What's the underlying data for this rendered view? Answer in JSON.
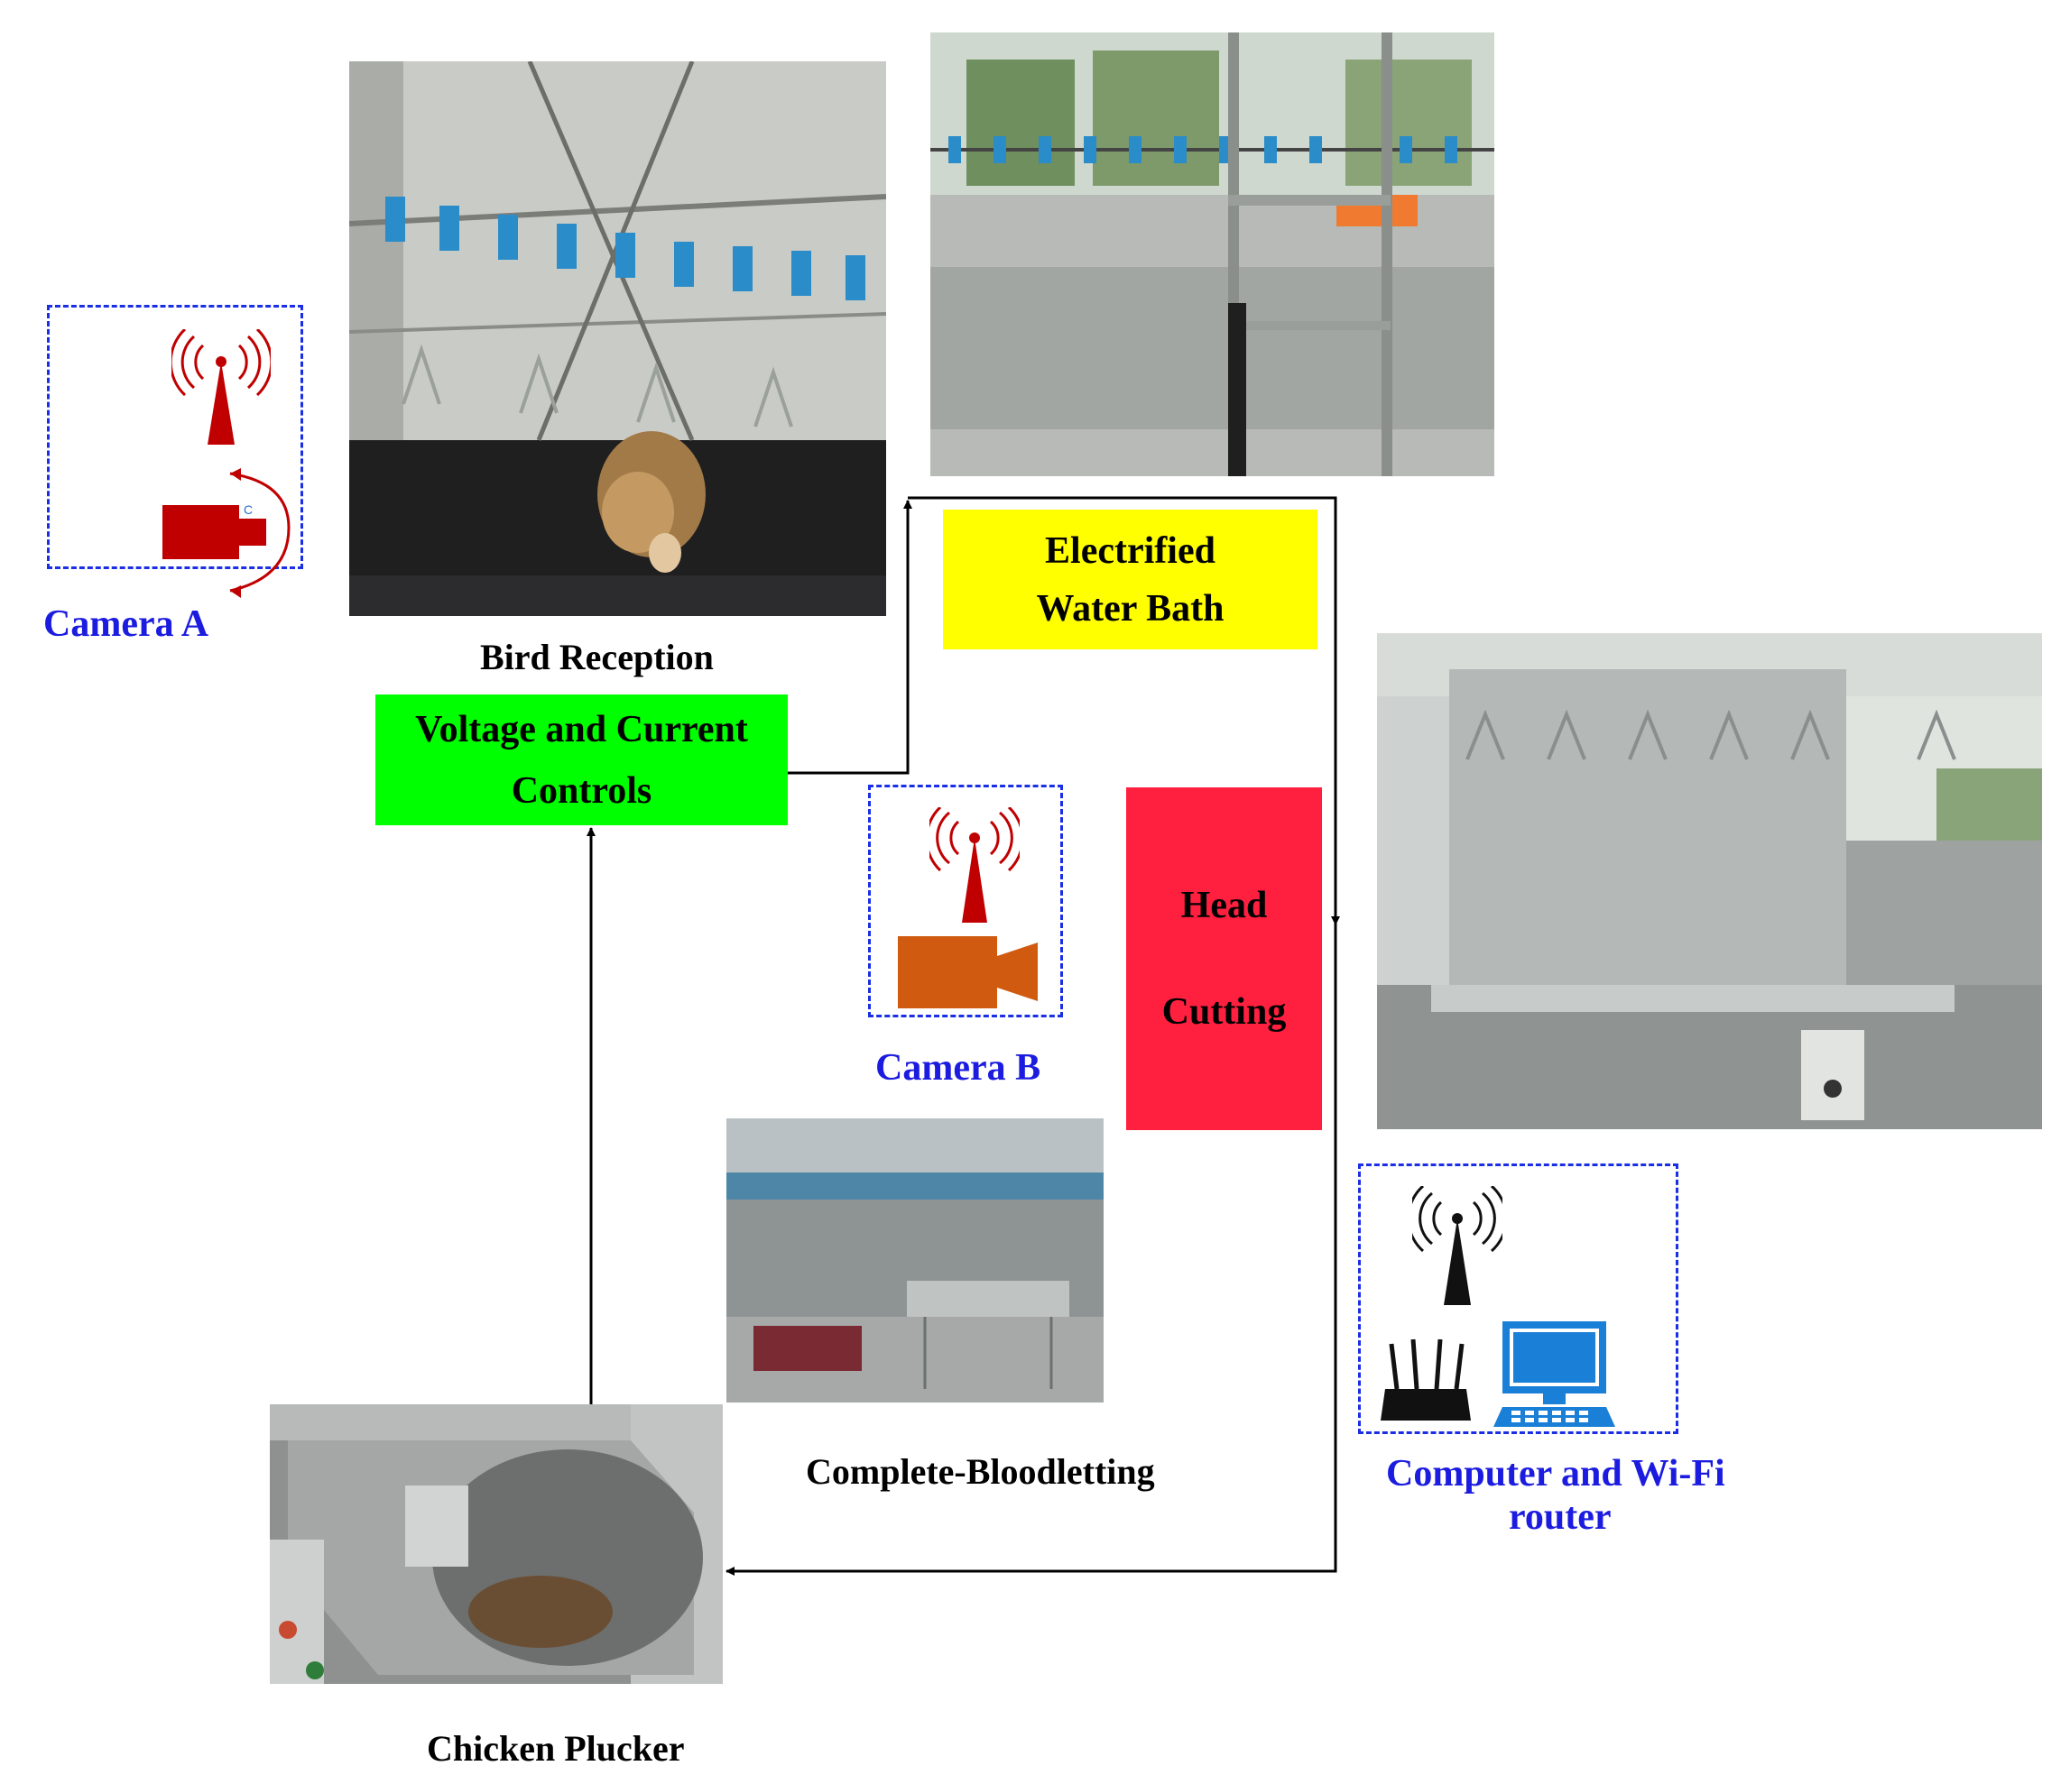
{
  "labels": {
    "camera_a": "Camera A",
    "camera_b": "Camera B",
    "bird_reception": "Bird Reception",
    "complete_bloodletting": "Complete-Bloodletting",
    "chicken_plucker": "Chicken Plucker",
    "computer_router_line1": "Computer and Wi-Fi",
    "computer_router_line2": "router"
  },
  "boxes": {
    "voltage_line1": "Voltage and Current",
    "voltage_line2": "Controls",
    "water_bath_line1": "Electrified",
    "water_bath_line2": "Water Bath",
    "head_line1": "Head",
    "head_line2": "Cutting"
  },
  "camera_a_small_letter": "C",
  "colors": {
    "voltage_box": "#00ff00",
    "water_bath_box": "#ffff00",
    "head_cutting_box": "#ff2040",
    "camera_blue": "#1c1ce0",
    "camera_a_red": "#c00000",
    "camera_b_orange": "#d05a10",
    "antenna_red": "#c00000",
    "computer_blue": "#1a7fd6"
  }
}
